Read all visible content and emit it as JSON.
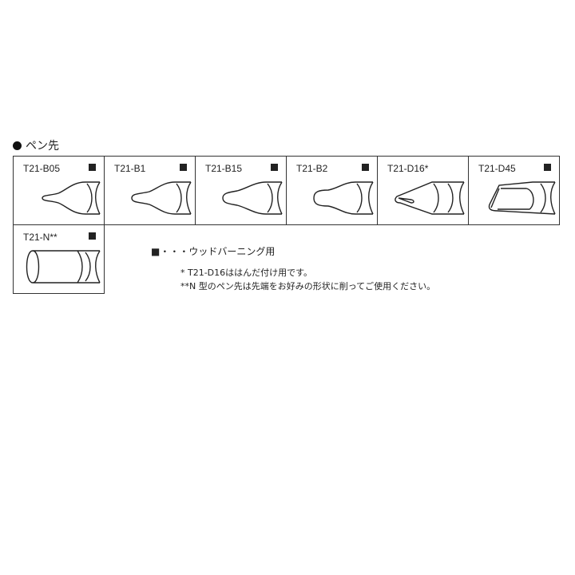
{
  "section_title": "ペン先",
  "tips": [
    {
      "label": "T21-B05",
      "wood_burning": true,
      "icon": "tip-b05-icon"
    },
    {
      "label": "T21-B1",
      "wood_burning": true,
      "icon": "tip-b1-icon"
    },
    {
      "label": "T21-B15",
      "wood_burning": true,
      "icon": "tip-b15-icon"
    },
    {
      "label": "T21-B2",
      "wood_burning": true,
      "icon": "tip-b2-icon"
    },
    {
      "label": "T21-D16*",
      "wood_burning": false,
      "icon": "tip-d16-icon"
    },
    {
      "label": "T21-D45",
      "wood_burning": true,
      "icon": "tip-d45-icon"
    },
    {
      "label": "T21-N**",
      "wood_burning": true,
      "icon": "tip-n-icon"
    }
  ],
  "legend": "■・・・ウッドバーニング用",
  "notes": [
    "* T21-D16ははんだ付け用です。",
    "**N 型のペン先は先端をお好みの形状に削ってご使用ください。"
  ]
}
